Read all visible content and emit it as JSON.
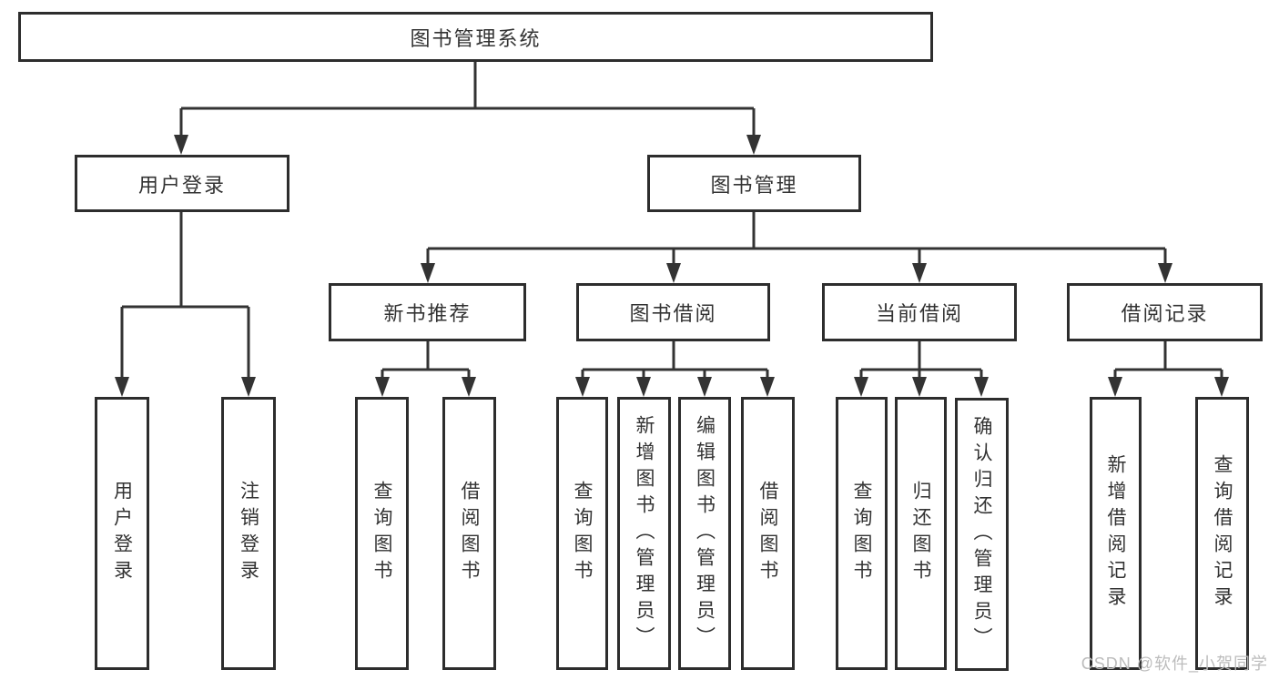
{
  "tree": {
    "root": {
      "label": "图书管理系统",
      "children": [
        {
          "label": "用户登录",
          "children": [
            {
              "label": "用户登录"
            },
            {
              "label": "注销登录"
            }
          ]
        },
        {
          "label": "图书管理",
          "children": [
            {
              "label": "新书推荐",
              "children": [
                {
                  "label": "查询图书"
                },
                {
                  "label": "借阅图书"
                }
              ]
            },
            {
              "label": "图书借阅",
              "children": [
                {
                  "label": "查询图书"
                },
                {
                  "label": "新增图书（管理员）"
                },
                {
                  "label": "编辑图书（管理员）"
                },
                {
                  "label": "借阅图书"
                }
              ]
            },
            {
              "label": "当前借阅",
              "children": [
                {
                  "label": "查询图书"
                },
                {
                  "label": "归还图书"
                },
                {
                  "label": "确认归还（管理员）"
                }
              ]
            },
            {
              "label": "借阅记录",
              "children": [
                {
                  "label": "新增借阅记录"
                },
                {
                  "label": "查询借阅记录"
                }
              ]
            }
          ]
        }
      ]
    }
  },
  "watermark": {
    "text": "CSDN @软件_小贺同学"
  },
  "colors": {
    "line": "#333333",
    "box_border": "#2d2d2d",
    "text": "#333333",
    "watermark": "#bcbcbc",
    "background": "#ffffff"
  }
}
